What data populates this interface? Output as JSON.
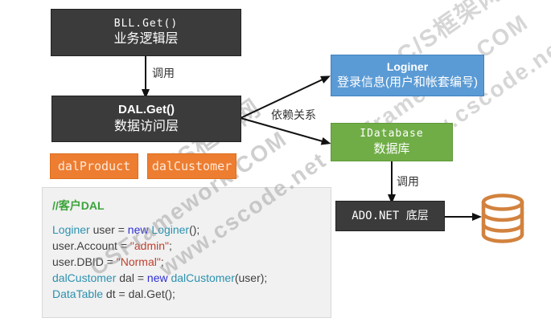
{
  "diagram": {
    "bll": {
      "title": "BLL.Get()",
      "subtitle": "业务逻辑层"
    },
    "dal": {
      "title": "DAL.Get()",
      "subtitle": "数据访问层"
    },
    "dal_product_label": "dalProduct",
    "dal_customer_label": "dalCustomer",
    "loginer": {
      "title": "Loginer",
      "subtitle": "登录信息(用户和帐套编号)"
    },
    "idatabase": {
      "title": "IDatabase",
      "subtitle": "数据库"
    },
    "ado": {
      "title": "ADO.NET 底层"
    },
    "labels": {
      "call_top": "调用",
      "dependency": "依赖关系",
      "call_right": "调用"
    }
  },
  "code": {
    "comment": "//客户DAL",
    "lines": [
      [
        {
          "t": "Loginer",
          "c": "type"
        },
        {
          "t": " user = ",
          "c": "plain"
        },
        {
          "t": "new",
          "c": "kw"
        },
        {
          "t": " ",
          "c": "plain"
        },
        {
          "t": "Loginer",
          "c": "type"
        },
        {
          "t": "();",
          "c": "plain"
        }
      ],
      [
        {
          "t": "user.Account = ",
          "c": "plain"
        },
        {
          "t": "\"admin\"",
          "c": "str"
        },
        {
          "t": ";",
          "c": "plain"
        }
      ],
      [
        {
          "t": "user.DBID = ",
          "c": "plain"
        },
        {
          "t": "\"Normal\"",
          "c": "str"
        },
        {
          "t": ";",
          "c": "plain"
        }
      ],
      [
        {
          "t": "dalCustomer",
          "c": "type"
        },
        {
          "t": " dal = ",
          "c": "plain"
        },
        {
          "t": "new",
          "c": "kw"
        },
        {
          "t": " ",
          "c": "plain"
        },
        {
          "t": "dalCustomer",
          "c": "type"
        },
        {
          "t": "(user);",
          "c": "plain"
        }
      ],
      [
        {
          "t": "DataTable",
          "c": "type"
        },
        {
          "t": " dt = dal.Get();",
          "c": "plain"
        }
      ]
    ]
  },
  "watermark": {
    "lines": [
      "C/S框架网",
      "CSFramework.COM",
      "www.cscode.net"
    ]
  },
  "colors": {
    "dark_box": "#3b3b3b",
    "orange_box": "#ed7d31",
    "blue_box": "#5b9bd5",
    "green_box": "#70ad47",
    "code_background": "#f1f1f1",
    "code_comment": "#3aa33a",
    "code_type": "#2b91af",
    "code_keyword": "#2e2ed4",
    "code_string": "#c0402e",
    "db_icon_stroke": "#d2823e"
  }
}
